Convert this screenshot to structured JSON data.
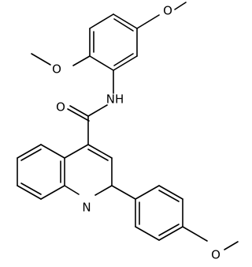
{
  "atom_labels": {
    "o_carbonyl": "O",
    "nh": "NH",
    "n_ring": "N",
    "o_methoxy_top": "O",
    "o_methoxy_left": "O",
    "o_methoxy_bottom": "O"
  },
  "colors": {
    "bond": "#000000",
    "background": "#ffffff"
  }
}
